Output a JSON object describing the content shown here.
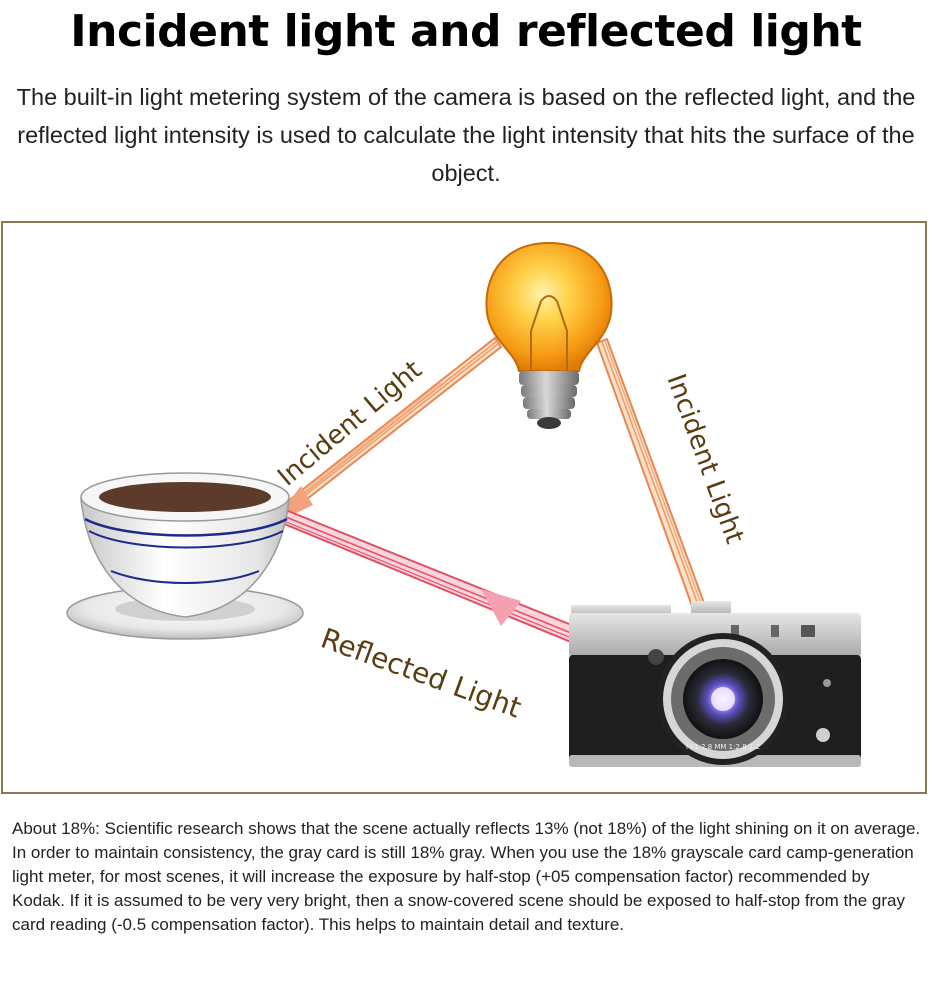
{
  "header": {
    "title": "Incident light and reflected light",
    "intro": "The built-in light metering system of the camera is based on the reflected light, and the reflected light intensity is used to calculate the light intensity that hits the surface of the object."
  },
  "diagram": {
    "label_incident_left": "Incident Light",
    "label_incident_right": "Incident Light",
    "label_reflected": "Reflected Light",
    "lens_text": "f=1:2.8 MM 1:2.8 1:2",
    "colors": {
      "bulb": "#f7a21a",
      "incident_beam": "#f0a070",
      "reflected_beam": "#e8506a",
      "label": "#5a3e12",
      "cup_stripe": "#1c2a8a",
      "frame": "#8a7a4e"
    }
  },
  "notes": {
    "paragraph_1": "About 18%: Scientific research shows that the scene actually reflects 13% (not 18%) of the light shining on it on average.",
    "paragraph_2": "In order to maintain consistency, the gray card is still 18% gray. When you use the 18% grayscale card camp-generation light meter, for most scenes, it will increase the exposure by half-stop (+05 compensation factor) recommended by Kodak. If it is assumed to be very very bright, then a snow-covered scene should be exposed to half-stop from the gray card reading (-0.5 compensation factor). This helps to maintain detail and texture."
  }
}
